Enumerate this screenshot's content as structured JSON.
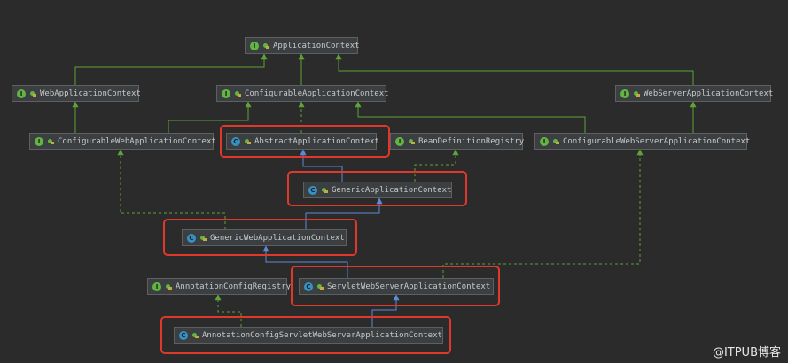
{
  "nodes": [
    {
      "id": "appctx",
      "kind": "interface",
      "label": "ApplicationContext"
    },
    {
      "id": "webappctx",
      "kind": "interface",
      "label": "WebApplicationContext"
    },
    {
      "id": "confappctx",
      "kind": "interface",
      "label": "ConfigurableApplicationContext"
    },
    {
      "id": "webserverappctx",
      "kind": "interface",
      "label": "WebServerApplicationContext"
    },
    {
      "id": "confwebappctx",
      "kind": "interface",
      "label": "ConfigurableWebApplicationContext"
    },
    {
      "id": "abstractappctx",
      "kind": "class",
      "label": "AbstractApplicationContext"
    },
    {
      "id": "beandefreg",
      "kind": "interface",
      "label": "BeanDefinitionRegistry"
    },
    {
      "id": "confwebserverappctx",
      "kind": "interface",
      "label": "ConfigurableWebServerApplicationContext"
    },
    {
      "id": "genericappctx",
      "kind": "class",
      "label": "GenericApplicationContext"
    },
    {
      "id": "genericwebappctx",
      "kind": "class",
      "label": "GenericWebApplicationContext"
    },
    {
      "id": "annconfreg",
      "kind": "interface",
      "label": "AnnotationConfigRegistry"
    },
    {
      "id": "servletwebserverappctx",
      "kind": "class",
      "label": "ServletWebServerApplicationContext"
    },
    {
      "id": "annconfservletctx",
      "kind": "class",
      "label": "AnnotationConfigServletWebServerApplicationContext"
    }
  ],
  "icon_letters": {
    "interface": "I",
    "class": "C"
  },
  "highlighted": [
    "abstractappctx",
    "genericappctx",
    "genericwebappctx",
    "servletwebserverappctx",
    "annconfservletctx"
  ],
  "colors": {
    "background": "#2b2b2b",
    "extends_edge": "#5b8bd6",
    "implements_edge": "#5ea33a",
    "highlight": "#e0382a"
  },
  "watermark": "@ITPUB博客"
}
